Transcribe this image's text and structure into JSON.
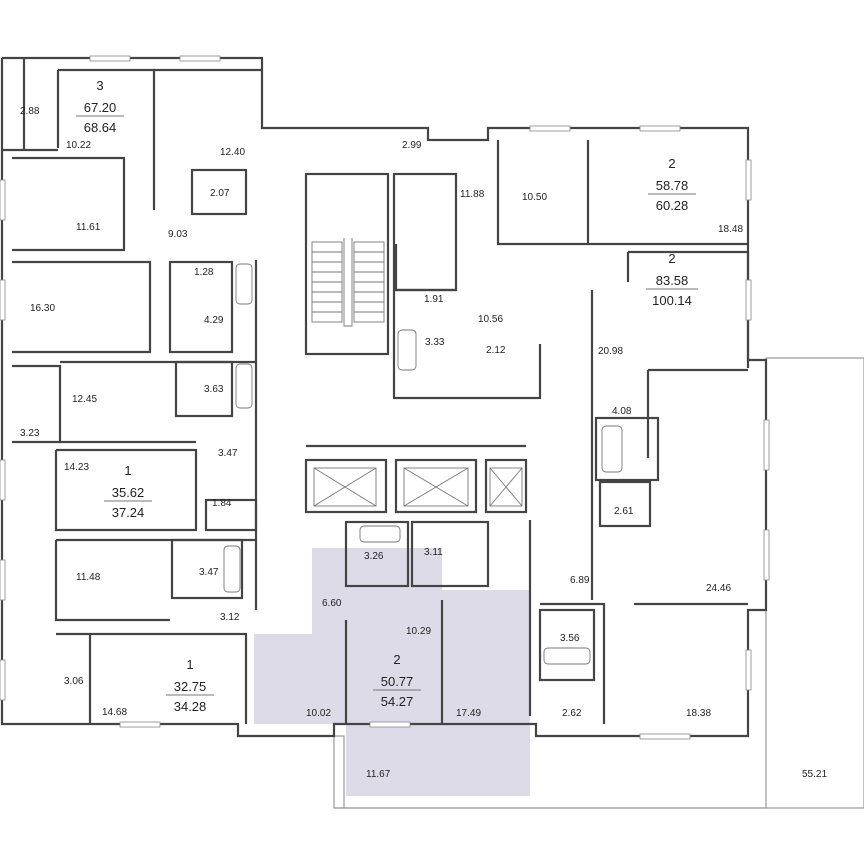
{
  "colors": {
    "highlight": "#dedbe8",
    "wall": "#444444",
    "text": "#222222"
  },
  "apartments": [
    {
      "id": "a1",
      "rooms": "3",
      "living": "67.20",
      "total": "68.64"
    },
    {
      "id": "a2",
      "rooms": "2",
      "living": "58.78",
      "total": "60.28"
    },
    {
      "id": "a3",
      "rooms": "2",
      "living": "83.58",
      "total": "100.14"
    },
    {
      "id": "a4",
      "rooms": "1",
      "living": "35.62",
      "total": "37.24"
    },
    {
      "id": "a5",
      "rooms": "1",
      "living": "32.75",
      "total": "34.28"
    },
    {
      "id": "a6",
      "rooms": "2",
      "living": "50.77",
      "total": "54.27",
      "highlighted": true
    }
  ],
  "room_areas": [
    "2.88",
    "10.22",
    "12.40",
    "2.07",
    "11.61",
    "9.03",
    "1.28",
    "16.30",
    "4.29",
    "12.45",
    "3.63",
    "3.23",
    "3.47",
    "14.23",
    "1.84",
    "11.48",
    "3.47",
    "3.12",
    "3.06",
    "14.68",
    "2.99",
    "11.88",
    "10.50",
    "18.48",
    "1.91",
    "10.56",
    "3.33",
    "2.12",
    "20.98",
    "4.08",
    "2.61",
    "24.46",
    "6.89",
    "3.26",
    "3.11",
    "6.60",
    "10.29",
    "3.56",
    "10.02",
    "17.49",
    "2.62",
    "18.38",
    "11.67",
    "55.21"
  ]
}
